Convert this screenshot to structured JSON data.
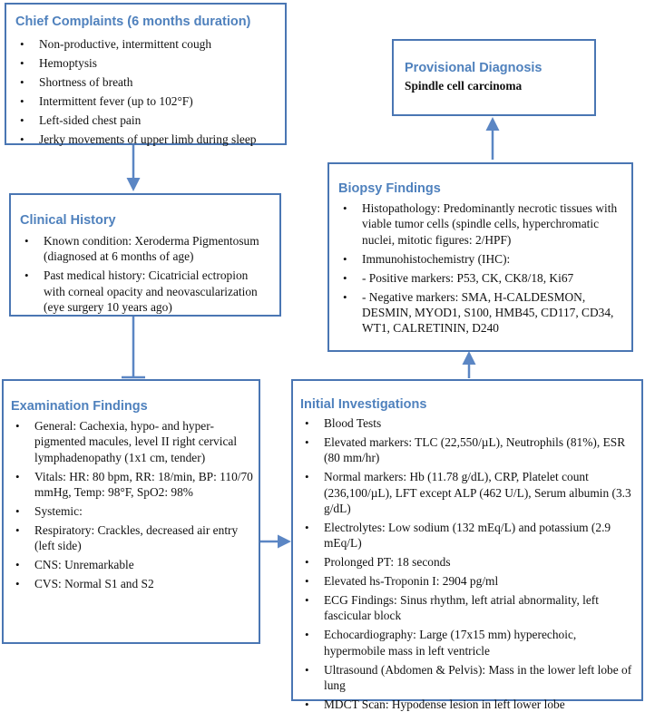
{
  "chief": {
    "title": "Chief Complaints (6 months duration)",
    "items": [
      "Non-productive, intermittent cough",
      "Hemoptysis",
      "Shortness of breath",
      "Intermittent fever (up to 102°F)",
      "Left-sided chest pain",
      "Jerky movements of upper limb during sleep"
    ]
  },
  "clinical": {
    "title": "Clinical History",
    "items": [
      "Known condition: Xeroderma Pigmentosum (diagnosed at 6 months of age)",
      "Past medical history: Cicatricial ectropion with corneal opacity and neovascularization (eye surgery 10 years ago)"
    ]
  },
  "exam": {
    "title": "Examination Findings",
    "items": [
      "General: Cachexia, hypo- and hyper-pigmented macules, level II right cervical lymphadenopathy (1x1 cm, tender)",
      "Vitals: HR: 80 bpm, RR: 18/min, BP: 110/70 mmHg, Temp: 98°F, SpO2: 98%",
      "Systemic:",
      "Respiratory: Crackles, decreased air entry (left side)",
      "CNS: Unremarkable",
      "CVS: Normal S1 and S2"
    ]
  },
  "diagnosis": {
    "title": "Provisional Diagnosis",
    "value": "Spindle cell carcinoma"
  },
  "biopsy": {
    "title": "Biopsy Findings",
    "items": [
      "Histopathology: Predominantly necrotic tissues with viable tumor cells (spindle cells, hyperchromatic nuclei, mitotic figures: 2/HPF)",
      "Immunohistochemistry (IHC):",
      " - Positive markers: P53, CK, CK8/18, Ki67",
      " - Negative markers: SMA, H-CALDESMON, DESMIN, MYOD1, S100, HMB45, CD117, CD34, WT1, CALRETININ, D240"
    ]
  },
  "investigations": {
    "title": "Initial Investigations",
    "items": [
      "Blood Tests",
      "Elevated markers: TLC (22,550/µL), Neutrophils (81%), ESR (80 mm/hr)",
      "Normal markers: Hb (11.78 g/dL), CRP, Platelet count (236,100/µL), LFT except ALP (462 U/L), Serum albumin (3.3 g/dL)",
      "Electrolytes: Low sodium (132 mEq/L) and potassium (2.9 mEq/L)",
      "Prolonged PT: 18 seconds",
      "Elevated hs-Troponin I: 2904 pg/ml",
      "ECG Findings: Sinus rhythm, left atrial abnormality, left fascicular block",
      "Echocardiography: Large (17x15 mm) hyperechoic, hypermobile mass in left ventricle",
      "Ultrasound (Abdomen & Pelvis): Mass in the lower left lobe of lung",
      "MDCT Scan: Hypodense lesion in left lower lobe"
    ]
  },
  "colors": {
    "border": "#4a76b3",
    "title": "#4f81bd",
    "arrow": "#5b86c4"
  }
}
